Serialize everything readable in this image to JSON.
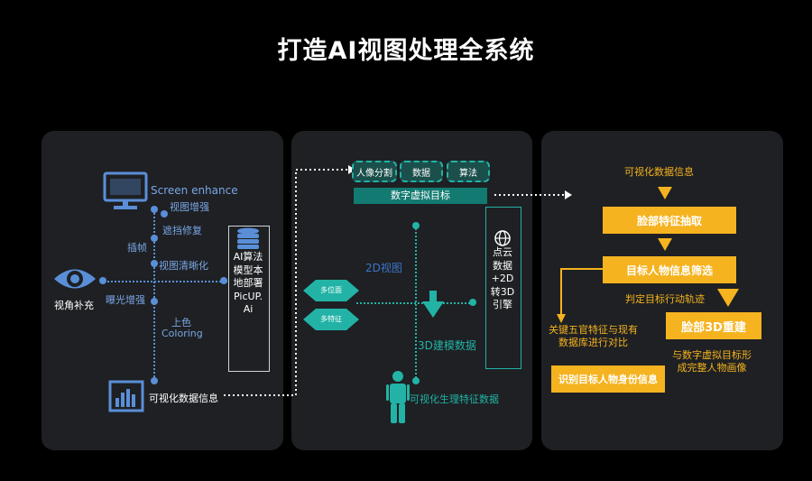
{
  "title": "打造AI视图处理全系统",
  "panel1": {
    "screen_enhance": "Screen enhance",
    "view_enhance": "视图增强",
    "occlusion_repair": "遮挡修复",
    "interpolation": "插帧",
    "view_sharpen": "视图清晰化",
    "perspective_fill": "视角补充",
    "exposure_enhance": "曝光增强",
    "coloring_cn": "上色",
    "coloring_en": "Coloring",
    "ai_engine_lines": [
      "AI算法",
      "模型本",
      "地部署",
      "PicUP.",
      "Ai"
    ],
    "viz_data": "可视化数据信息"
  },
  "panel2": {
    "pills": [
      "人像分割",
      "数据",
      "算法"
    ],
    "digital_target": "数字虚拟目标",
    "label_2d": "2D视图",
    "diamond_multi_position": "多位面",
    "diamond_multi_feature": "多特征",
    "label_3d_model": "3D建模数据",
    "point_cloud_lines": [
      "点云",
      "数据",
      "+2D",
      "转3D",
      "引擎"
    ],
    "viz_bio": "可视化生理特征数据"
  },
  "panel3": {
    "viz_data": "可视化数据信息",
    "face_extract": "脸部特征抽取",
    "target_filter": "目标人物信息筛选",
    "judge_track": "判定目标行动轨迹",
    "face_3d_rebuild": "脸部3D重建",
    "compare_lines": [
      "关键五官特征与现有",
      "数据库进行对比"
    ],
    "identify": "识别目标人物身份信息",
    "complete_lines": [
      "与数字虚拟目标形",
      "成完整人物画像"
    ]
  },
  "colors": {
    "blue": "#5a8fd8",
    "teal": "#22b3a6",
    "yellow": "#f5b31f",
    "panel": "#1e2023"
  }
}
